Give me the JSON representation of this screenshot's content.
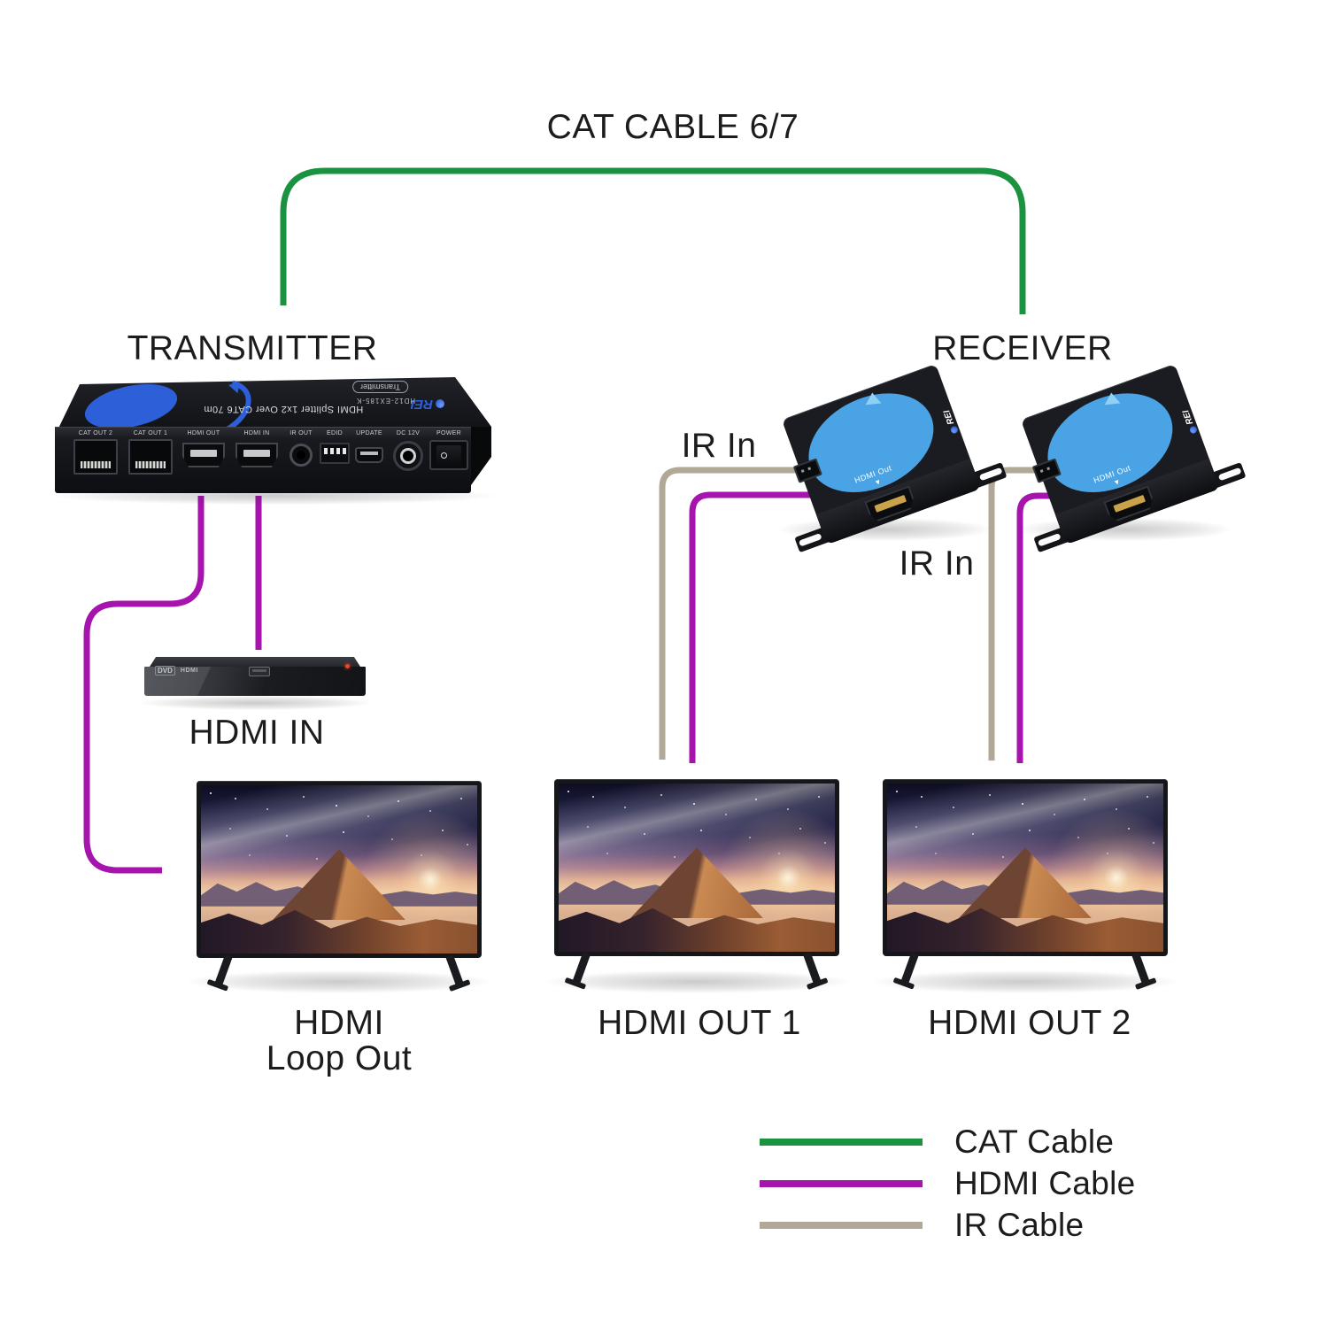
{
  "labels": {
    "cat_cable_title": "CAT CABLE 6/7",
    "transmitter": "TRANSMITTER",
    "receiver": "RECEIVER",
    "hdmi_in": "HDMI IN",
    "ir_in_1": "IR In",
    "ir_in_2": "IR In",
    "tv1_line1": "HDMI",
    "tv1_line2": "Loop Out",
    "tv2": "HDMI OUT 1",
    "tv3": "HDMI OUT 2"
  },
  "transmitter_device": {
    "brand": "REI",
    "top_text": "HDMI Splitter 1x2 Over CAT6 70m",
    "badge": "Transmitter",
    "model": "HD12-EX185-K",
    "port_labels": [
      "CAT OUT 2",
      "CAT OUT 1",
      "HDMI OUT",
      "HDMI IN",
      "IR OUT",
      "EDID",
      "UPDATE",
      "DC 12V",
      "POWER"
    ]
  },
  "receiver_device": {
    "brand": "REI",
    "hdmi_out": "HDMI Out"
  },
  "dvd_player": {
    "dvd": "DVD",
    "hdmi": "HDMI"
  },
  "legend": [
    {
      "label": "CAT Cable",
      "color": "#1a9240"
    },
    {
      "label": "HDMI Cable",
      "color": "#a614ad"
    },
    {
      "label": "IR Cable",
      "color": "#b1a897"
    }
  ],
  "cable_colors": {
    "cat": "#1a9240",
    "hdmi": "#a614ad",
    "ir": "#b1a897"
  }
}
